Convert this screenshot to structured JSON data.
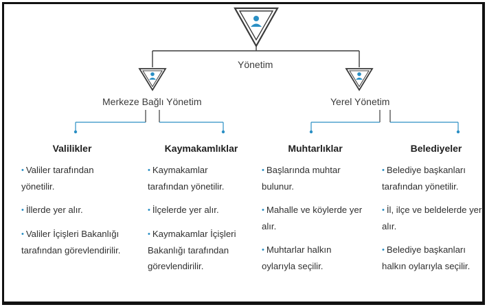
{
  "root": {
    "label": "Yönetim"
  },
  "branches": [
    {
      "label": "Merkeze Bağlı Yönetim"
    },
    {
      "label": "Yerel Yönetim"
    }
  ],
  "columns": [
    {
      "title": "Valilikler",
      "items": [
        "Valiler tarafından yönetilir.",
        "İllerde yer alır.",
        "Valiler İçişleri Bakanlığı tarafından görevlendirilir."
      ]
    },
    {
      "title": "Kaymakamlıklar",
      "items": [
        "Kaymakamlar tarafından yönetilir.",
        "İlçelerde yer alır.",
        "Kaymakamlar İçişleri Bakanlığı tarafından görevlendirilir."
      ]
    },
    {
      "title": "Muhtarlıklar",
      "items": [
        "Başlarında muhtar bulunur.",
        "Mahalle ve köylerde yer alır.",
        "Muhtarlar halkın oylarıyla seçilir."
      ]
    },
    {
      "title": "Belediyeler",
      "items": [
        "Belediye başkanları tarafından yönetilir.",
        "İl, ilçe ve beldelerde yer alır.",
        "Belediye başkanları halkın oylarıyla seçilir."
      ]
    }
  ],
  "colors": {
    "accent": "#2a8fc4",
    "line": "#444444",
    "icon": "#2a8fc4"
  },
  "icons": {
    "root": "person-icon",
    "branch": "person-icon"
  }
}
